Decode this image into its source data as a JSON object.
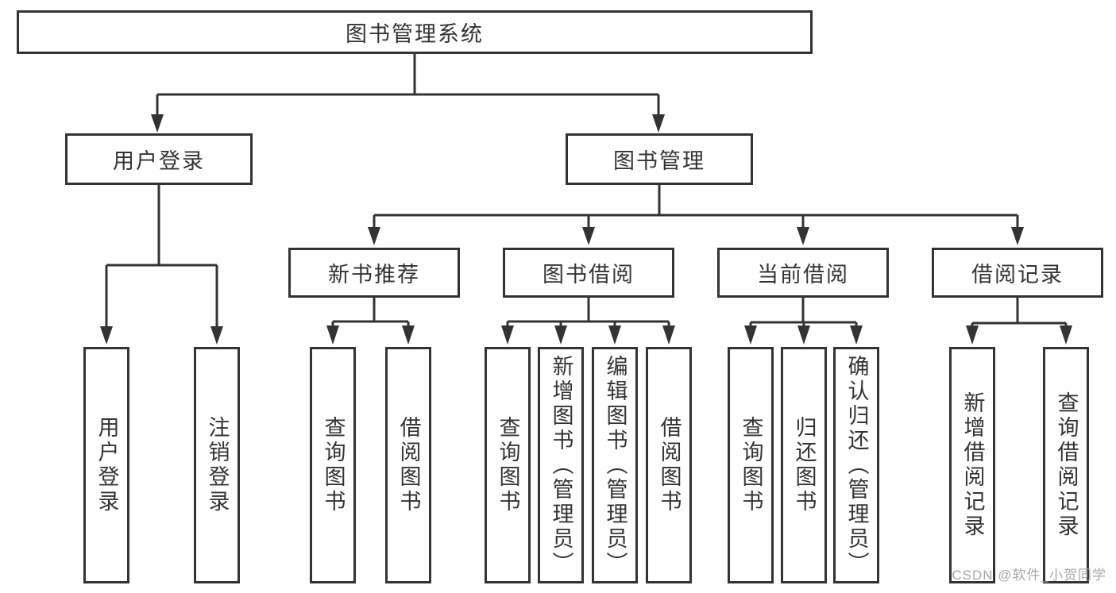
{
  "diagram": {
    "title": "图书管理系统",
    "nodes": {
      "root": "图书管理系统",
      "login": "用户登录",
      "manage": "图书管理",
      "recommend": "新书推荐",
      "borrow": "图书借阅",
      "current": "当前借阅",
      "record": "借阅记录",
      "loginLeaves": [
        "用户登录",
        "注销登录"
      ],
      "recommendLeaves": [
        "查询图书",
        "借阅图书"
      ],
      "borrowLeaves": [
        "查询图书",
        "新增图书（管理员）",
        "编辑图书（管理员）",
        "借阅图书"
      ],
      "currentLeaves": [
        "查询图书",
        "归还图书",
        "确认归还（管理员）"
      ],
      "recordLeaves": [
        "新增借阅记录",
        "查询借阅记录"
      ]
    },
    "colors": {
      "line": "#333333",
      "text": "#333333",
      "box_fill": "#ffffff",
      "background": "#ffffff",
      "watermark": "#a8a8a8"
    }
  },
  "watermark": "CSDN @软件_小贺同学"
}
